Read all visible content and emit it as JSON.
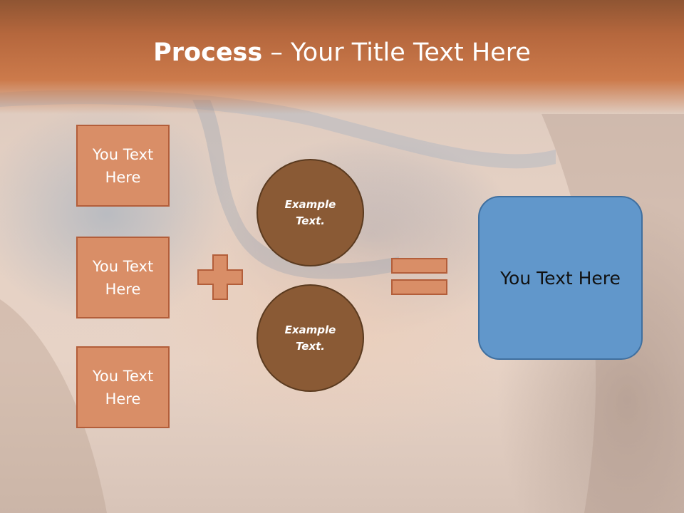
{
  "title": {
    "bold": "Process",
    "rest": " – Your Title Text Here"
  },
  "left_boxes": [
    {
      "label": "You Text Here"
    },
    {
      "label": "You Text Here"
    },
    {
      "label": "You Text Here"
    }
  ],
  "circles": [
    {
      "label": "Example Text."
    },
    {
      "label": "Example Text."
    }
  ],
  "result": {
    "label": "You Text Here"
  },
  "colors": {
    "title_band": "#c47a4c",
    "text_box_fill": "#d98e67",
    "text_box_border": "#b35e3a",
    "circle_fill": "#8a5a35",
    "circle_border": "#5a3a1f",
    "operator_fill": "#d98e67",
    "result_fill": "#6197cb",
    "result_border": "#3f6f9f"
  },
  "icons": [
    "plus-icon",
    "equals-icon"
  ]
}
